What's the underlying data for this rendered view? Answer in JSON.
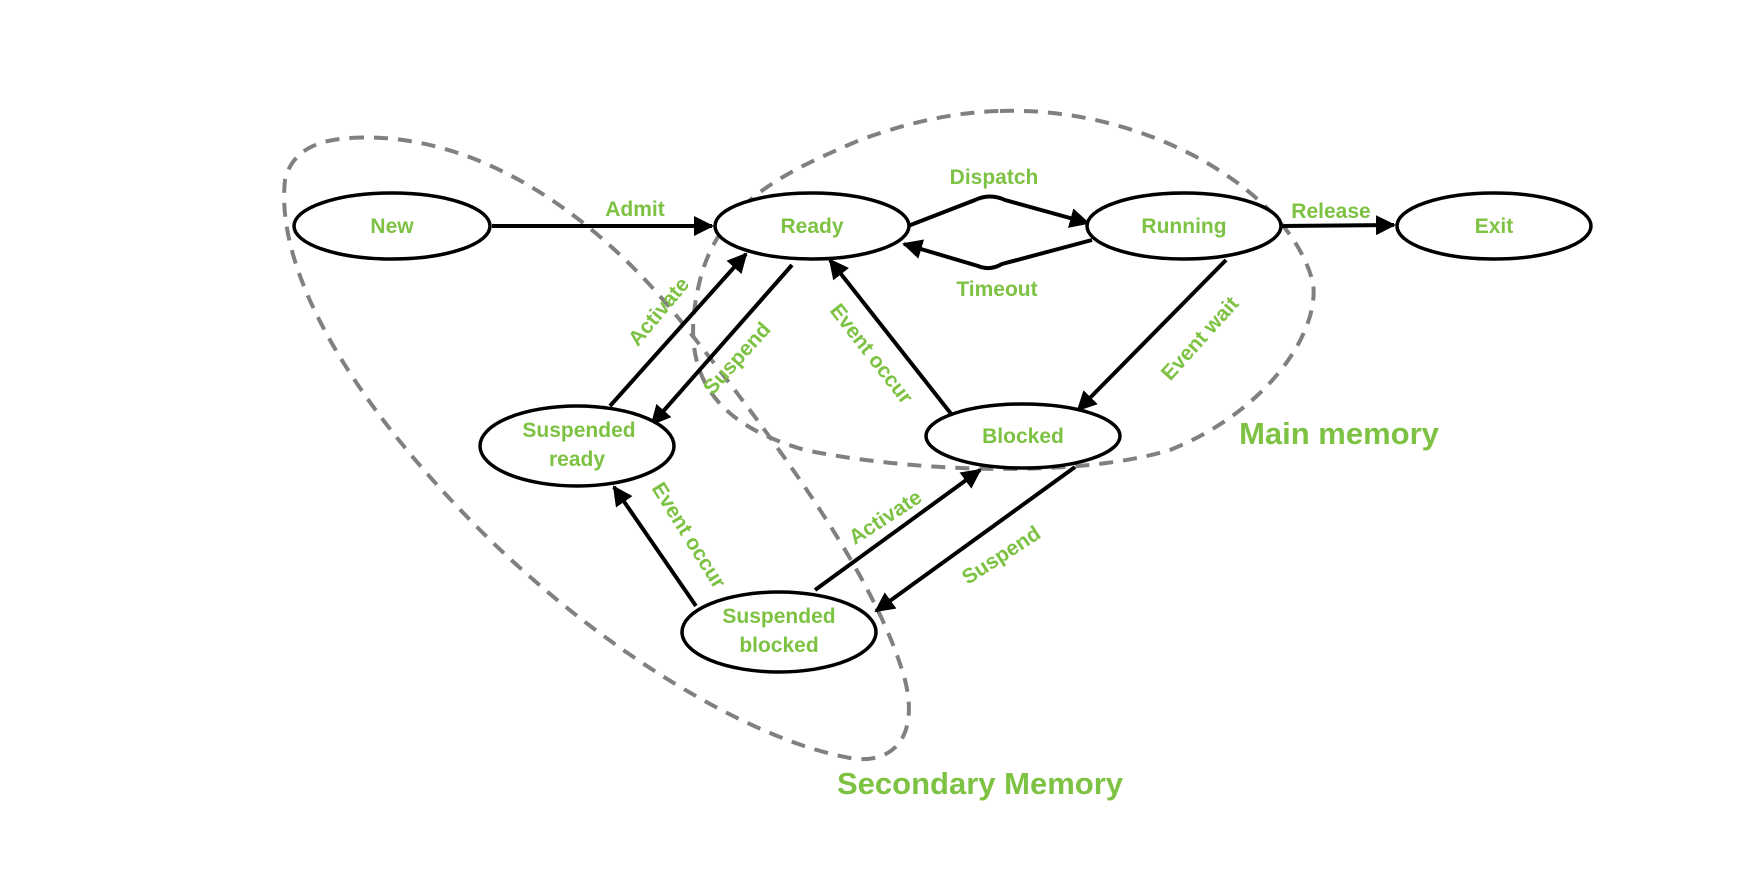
{
  "colors": {
    "label": "#7dc242",
    "stroke": "#000000",
    "region_outline": "#808080",
    "background": "#ffffff"
  },
  "states": {
    "new": {
      "label": "New"
    },
    "ready": {
      "label": "Ready"
    },
    "running": {
      "label": "Running"
    },
    "exit": {
      "label": "Exit"
    },
    "suspended_ready": {
      "line1": "Suspended",
      "line2": "ready"
    },
    "blocked": {
      "label": "Blocked"
    },
    "suspended_blocked": {
      "line1": "Suspended",
      "line2": "blocked"
    }
  },
  "transitions": {
    "admit": "Admit",
    "dispatch": "Dispatch",
    "timeout": "Timeout",
    "release": "Release",
    "activate_ready": "Activate",
    "suspend_ready": "Suspend",
    "event_occur_blocked": "Event occur",
    "event_wait": "Event wait",
    "event_occur_suspended": "Event occur",
    "activate_blocked": "Activate",
    "suspend_blocked": "Suspend"
  },
  "regions": {
    "main_memory": "Main memory",
    "secondary_memory": "Secondary Memory"
  }
}
